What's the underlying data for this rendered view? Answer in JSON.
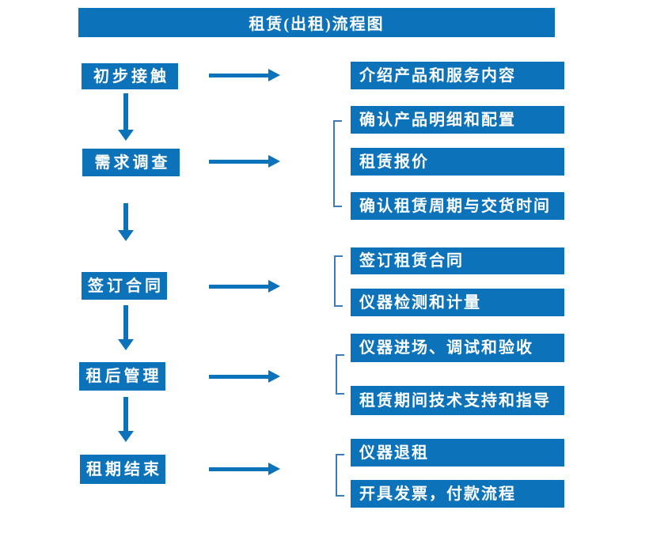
{
  "title": "租赁(出租)流程图",
  "colors": {
    "primary": "#0c72ba",
    "bracket": "#3c7ab8",
    "box_text": "#ffffff",
    "background": "#ffffff"
  },
  "steps": [
    {
      "label": "初步接触",
      "details": [
        "介绍产品和服务内容"
      ]
    },
    {
      "label": "需求调查",
      "details": [
        "确认产品明细和配置",
        "租赁报价",
        "确认租赁周期与交货时间"
      ]
    },
    {
      "label": "签订合同",
      "details": [
        "签订租赁合同",
        "仪器检测和计量"
      ]
    },
    {
      "label": "租后管理",
      "details": [
        "仪器进场、调试和验收",
        "租赁期间技术支持和指导"
      ]
    },
    {
      "label": "租期结束",
      "details": [
        "仪器退租",
        "开具发票，付款流程"
      ]
    }
  ]
}
